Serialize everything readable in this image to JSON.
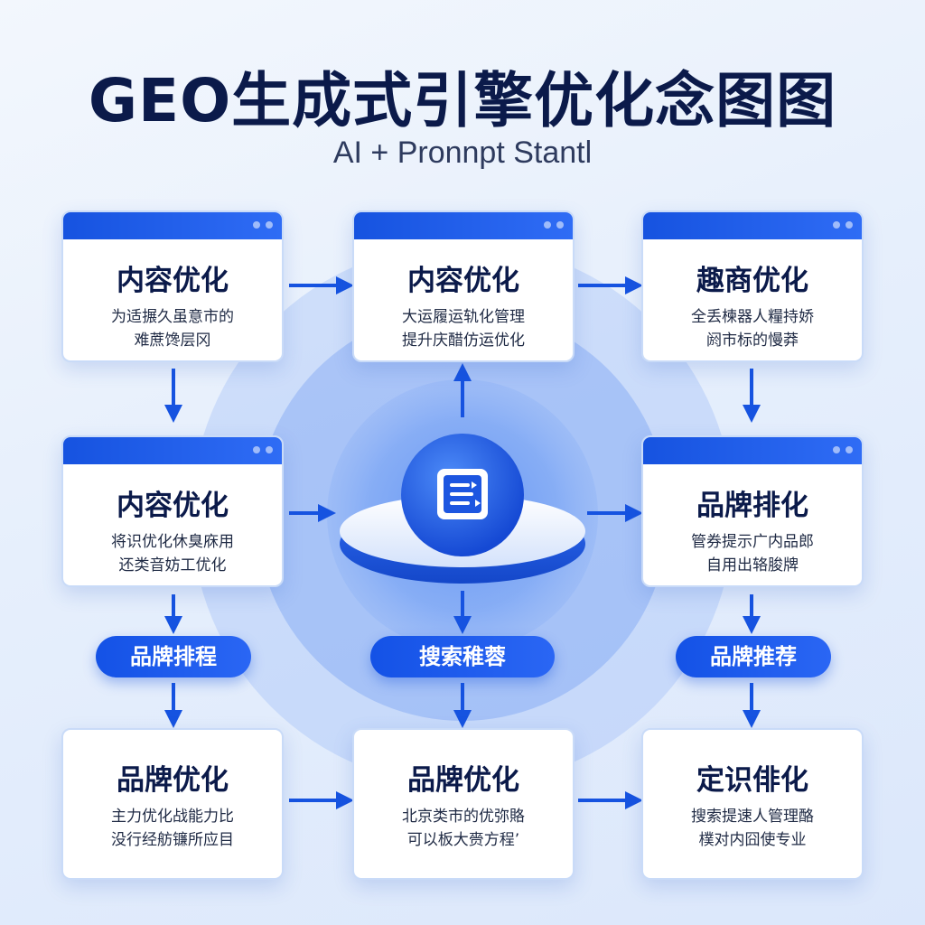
{
  "header": {
    "title": "GEO生成式引擎优化念图图",
    "subtitle": "AI + Pronnpt Stantl"
  },
  "center": {
    "icon": "document-list-icon"
  },
  "cards": [
    {
      "title": "内容优化",
      "line1": "为适搌久虽意市的",
      "line2": "难蔗馋层冈"
    },
    {
      "title": "内容优化",
      "line1": "大运履运轨化管理",
      "line2": "提升庆醋仿运优化"
    },
    {
      "title": "趣商优化",
      "line1": "全丢楝器人糧持娇",
      "line2": "阏市标的慢莽"
    },
    {
      "title": "内容优化",
      "line1": "将识优化休臭庥用",
      "line2": "还类音妨工优化"
    },
    {
      "title": "品牌排化",
      "line1": "管券提示广内品郎",
      "line2": "自用出辂朘牌"
    },
    {
      "title": "品牌优化",
      "line1": "主力优化战能力比",
      "line2": "没行经舫镰所应目"
    },
    {
      "title": "品牌优化",
      "line1": "北京类市的优弥賂",
      "line2": "可以板大赍方程’"
    },
    {
      "title": "定识俳化",
      "line1": "搜索提速人管理酪",
      "line2": "樸对内囧使专业"
    }
  ],
  "pills": [
    {
      "label": "品牌排程"
    },
    {
      "label": "搜索稚蓉"
    },
    {
      "label": "品牌推荐"
    }
  ],
  "colors": {
    "primary": "#1653e0",
    "title": "#0b1a4a",
    "card_border": "#c9dbf8",
    "halo": "#3f7bf0"
  }
}
